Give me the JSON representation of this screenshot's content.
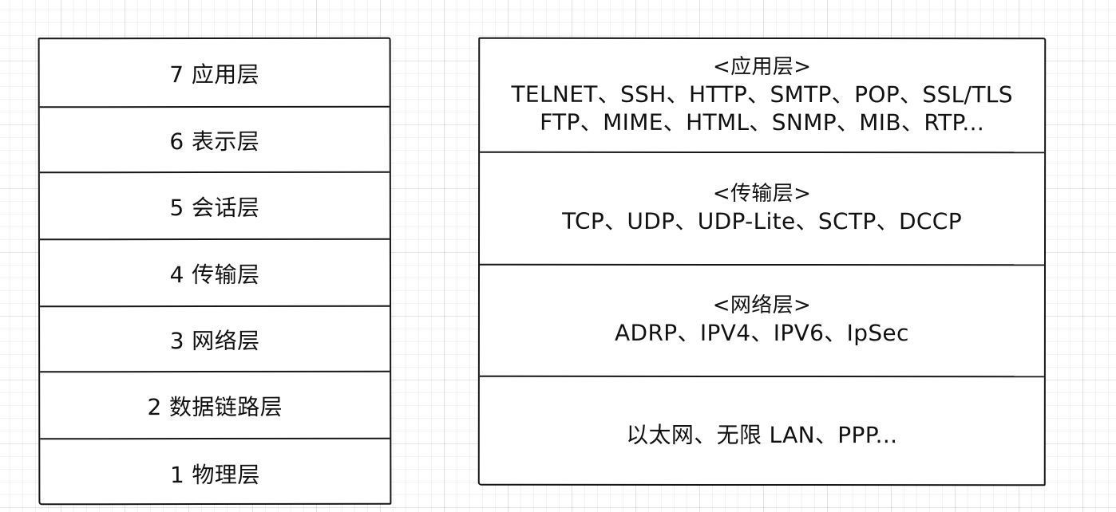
{
  "osi_model": {
    "layers": [
      {
        "number": "7",
        "label": "7 应用层"
      },
      {
        "number": "6",
        "label": "6 表示层"
      },
      {
        "number": "5",
        "label": "5 会话层"
      },
      {
        "number": "4",
        "label": "4 传输层"
      },
      {
        "number": "3",
        "label": "3 网络层"
      },
      {
        "number": "2",
        "label": "2 数据链路层"
      },
      {
        "number": "1",
        "label": "1 物理层"
      }
    ]
  },
  "tcp_ip_model": {
    "layers": [
      {
        "heading": "<应用层>",
        "protocol_lines": [
          "TELNET、SSH、HTTP、SMTP、POP、SSL/TLS",
          "FTP、MIME、HTML、SNMP、MIB、RTP..."
        ]
      },
      {
        "heading": "<传输层>",
        "protocol_lines": [
          "TCP、UDP、UDP-Lite、SCTP、DCCP"
        ]
      },
      {
        "heading": "<网络层>",
        "protocol_lines": [
          "ADRP、IPV4、IPV6、IpSec"
        ]
      },
      {
        "heading": "",
        "protocol_lines": [
          "以太网、无限 LAN、PPP..."
        ]
      }
    ]
  }
}
